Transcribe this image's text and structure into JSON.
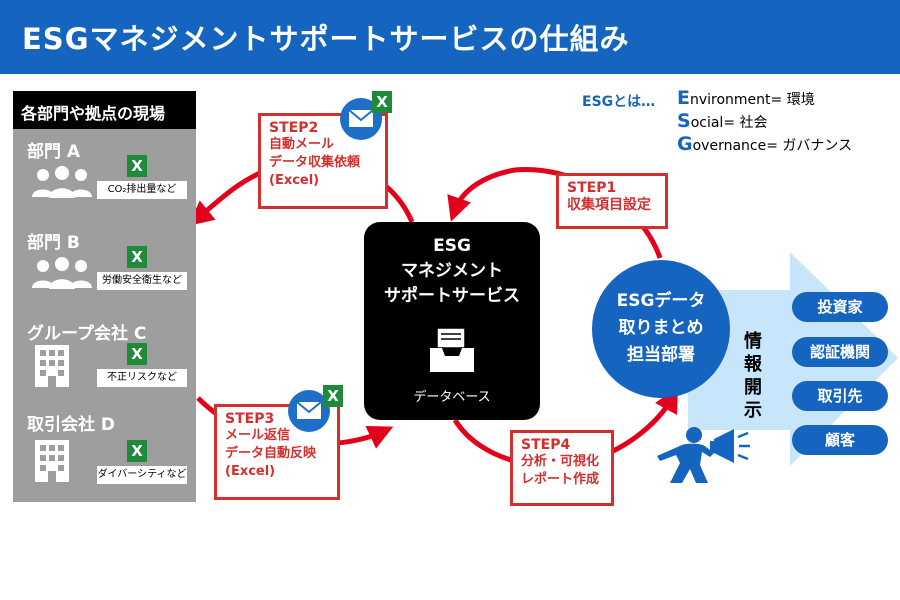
{
  "header": {
    "title": "ESGマネジメントサポートサービスの仕組み"
  },
  "sidebar": {
    "title": "各部門や拠点の現場",
    "departments": [
      {
        "name": "部門 A",
        "icon": "people-icon",
        "tag": "CO₂排出量など"
      },
      {
        "name": "部門 B",
        "icon": "people-icon",
        "tag": "労働安全衛生など"
      },
      {
        "name": "グループ会社 C",
        "icon": "building-icon",
        "tag": "不正リスクなど"
      },
      {
        "name": "取引会社 D",
        "icon": "building-icon",
        "tag": "ダイバーシティなど"
      }
    ],
    "excel_mark": "X"
  },
  "esg_definition": {
    "label": "ESGとは…",
    "items": [
      {
        "letter": "E",
        "rest": "nvironment",
        "meaning": "= 環境"
      },
      {
        "letter": "S",
        "rest": "ocial",
        "meaning": "= 社会"
      },
      {
        "letter": "G",
        "rest": "overnance",
        "meaning": "= ガバナンス"
      }
    ]
  },
  "center": {
    "title_lines": [
      "ESG",
      "マネジメント",
      "サポートサービス"
    ],
    "db_label": "データベース",
    "db_icon": "inbox-tray-icon"
  },
  "steps": [
    {
      "name": "STEP1",
      "lines": [
        "収集項目設定"
      ]
    },
    {
      "name": "STEP2",
      "lines": [
        "自動メール",
        "データ収集依頼",
        "(Excel)"
      ]
    },
    {
      "name": "STEP3",
      "lines": [
        "メール返信",
        "データ自動反映",
        "(Excel)"
      ]
    },
    {
      "name": "STEP4",
      "lines": [
        "分析・可視化",
        "レポート作成"
      ]
    }
  ],
  "hub": {
    "lines": [
      "ESGデータ",
      "取りまとめ",
      "担当部署"
    ]
  },
  "disclosure": {
    "label": "情報開示",
    "icon": "megaphone-icon"
  },
  "targets": [
    "投資家",
    "認証機関",
    "取引先",
    "顧客"
  ],
  "colors": {
    "brand_blue": "#1565c0",
    "step_red": "#d32f2f",
    "excel_green": "#1e8a3a",
    "sidebar_gray": "#9e9e9e",
    "arrow_light_blue": "#c7e5fb"
  }
}
